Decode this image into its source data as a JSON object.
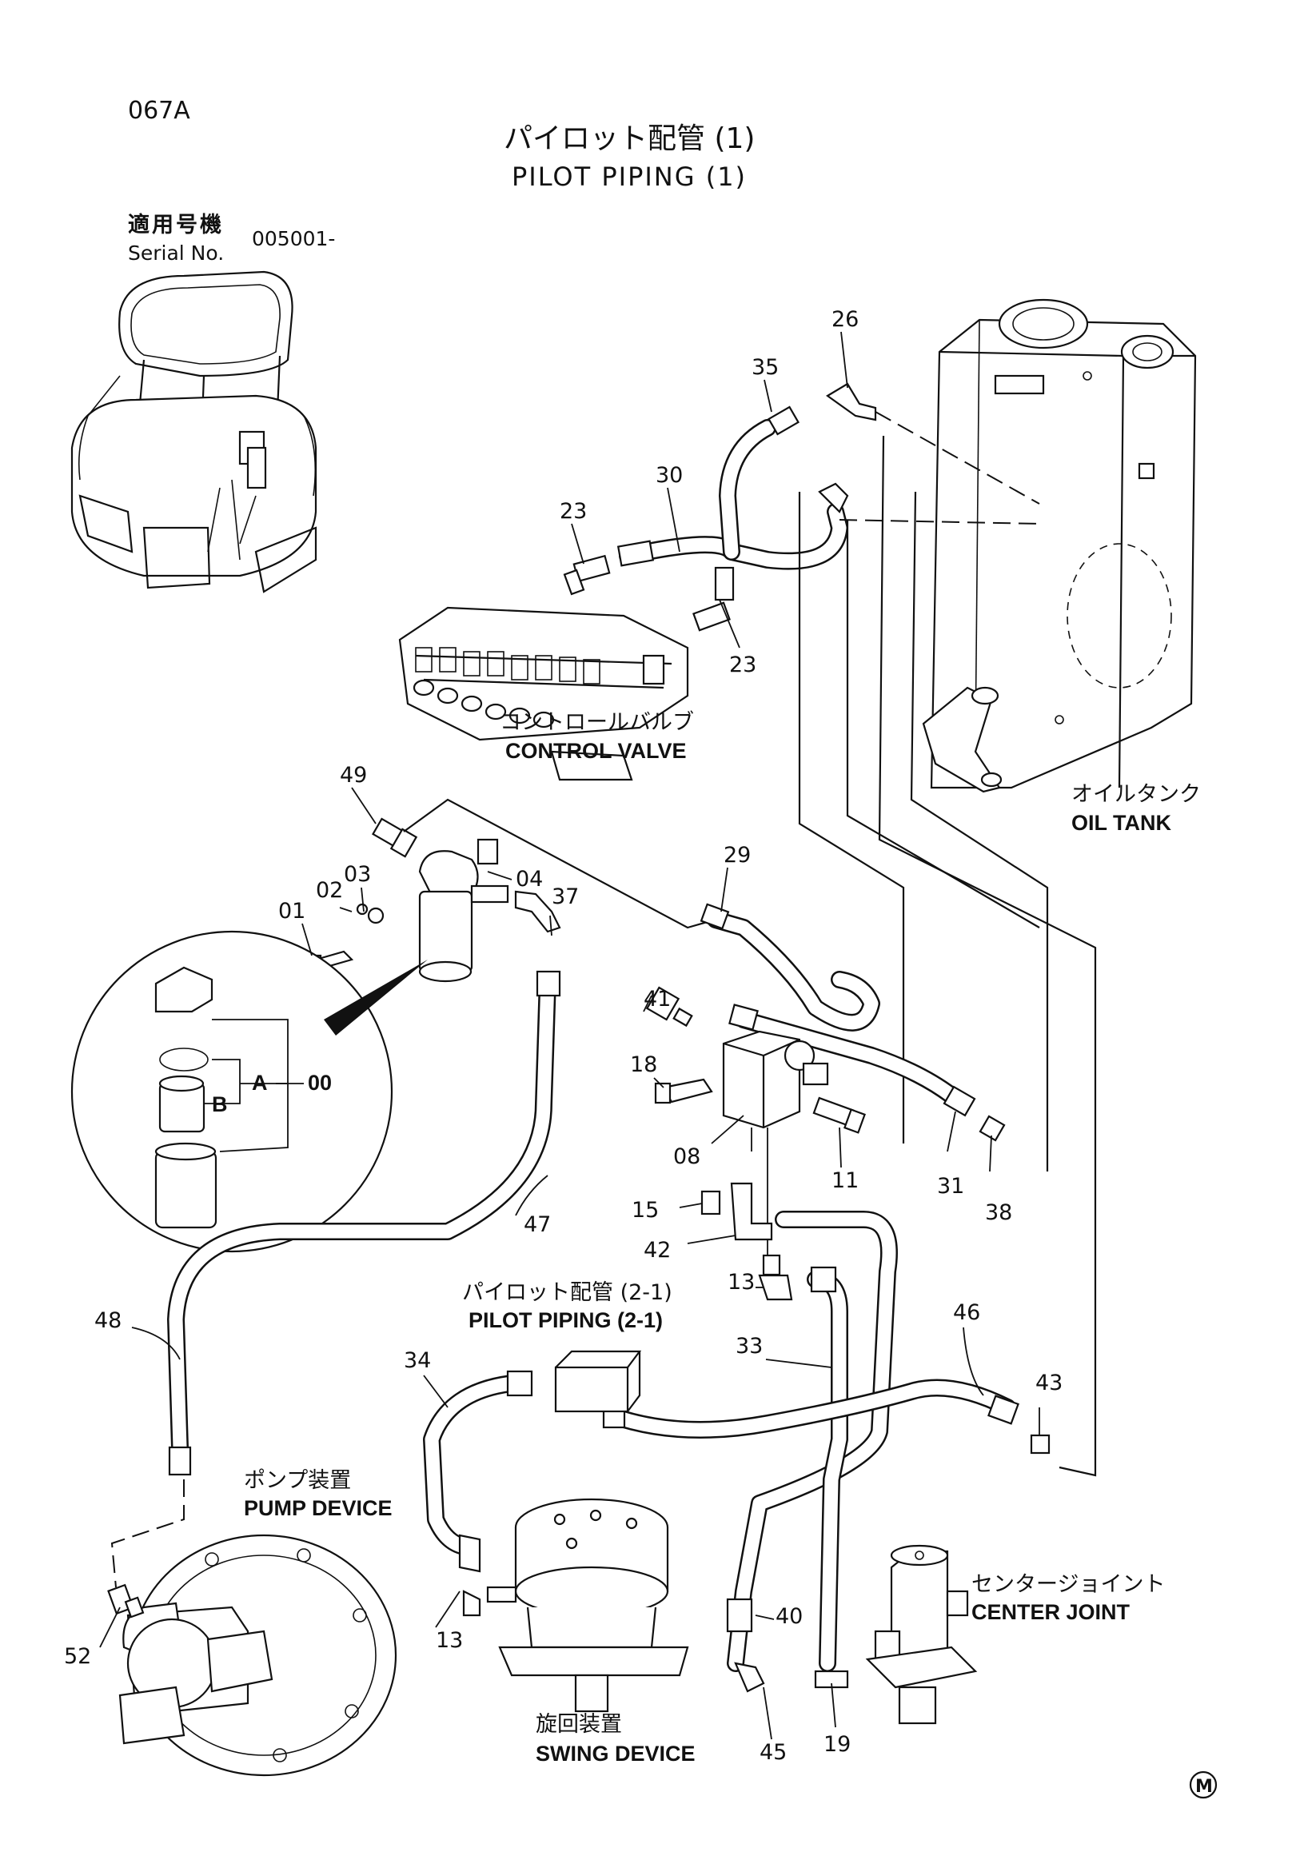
{
  "header": {
    "page_code": "067A",
    "title_jp": "パイロット配管 (1)",
    "title_en": "PILOT PIPING (1)",
    "serial_label_jp": "適用号機",
    "serial_label_en": "Serial No.",
    "serial_value": "005001-"
  },
  "components": {
    "control_valve_jp": "コントロールバルブ",
    "control_valve_en": "CONTROL VALVE",
    "oil_tank_jp": "オイルタンク",
    "oil_tank_en": "OIL TANK",
    "pilot_piping_ref_jp": "パイロット配管 (2-1)",
    "pilot_piping_ref_en": "PILOT PIPING (2-1)",
    "pump_device_jp": "ポンプ装置",
    "pump_device_en": "PUMP DEVICE",
    "swing_device_jp": "旋回装置",
    "swing_device_en": "SWING DEVICE",
    "center_joint_jp": "センタージョイント",
    "center_joint_en": "CENTER JOINT"
  },
  "detail": {
    "label_a": "A",
    "label_b": "B",
    "label_00": "00"
  },
  "part_numbers": {
    "p26": "26",
    "p35": "35",
    "p30": "30",
    "p23a": "23",
    "p23b": "23",
    "p49": "49",
    "p04": "04",
    "p03": "03",
    "p02": "02",
    "p01": "01",
    "p37": "37",
    "p29": "29",
    "p41": "41",
    "p18": "18",
    "p08": "08",
    "p11": "11",
    "p31": "31",
    "p38": "38",
    "p15": "15",
    "p42": "42",
    "p47": "47",
    "p13a": "13",
    "p13b": "13",
    "p48": "48",
    "p34": "34",
    "p33": "33",
    "p46": "46",
    "p43": "43",
    "p40": "40",
    "p52": "52",
    "p45": "45",
    "p19": "19"
  },
  "footer": {
    "mark": "M"
  }
}
